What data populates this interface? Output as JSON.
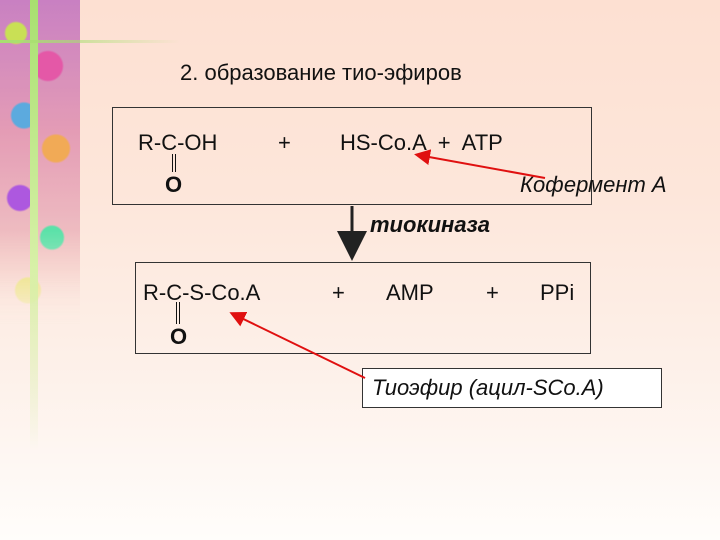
{
  "slide": {
    "title": "2. образование тио-эфиров",
    "top_row": {
      "acid": "R-C-OH",
      "acid_oxygen": "O",
      "plus1": "+",
      "coa_atp": "HS-Co.A  +  ATP",
      "coenzyme_label": "Кофермент А"
    },
    "enzyme": "тиокиназа",
    "bottom_row": {
      "product": "R-C-S-Co.A",
      "product_oxygen": "O",
      "plus1": "+",
      "amp": "AMP",
      "plus2": "+",
      "ppi": "PPi"
    },
    "thioester_label": "Тиоэфир (ацил-SCo.A)"
  },
  "colors": {
    "arrow_red": "#e01010",
    "reaction_arrow": "#222222",
    "text": "#111111"
  }
}
